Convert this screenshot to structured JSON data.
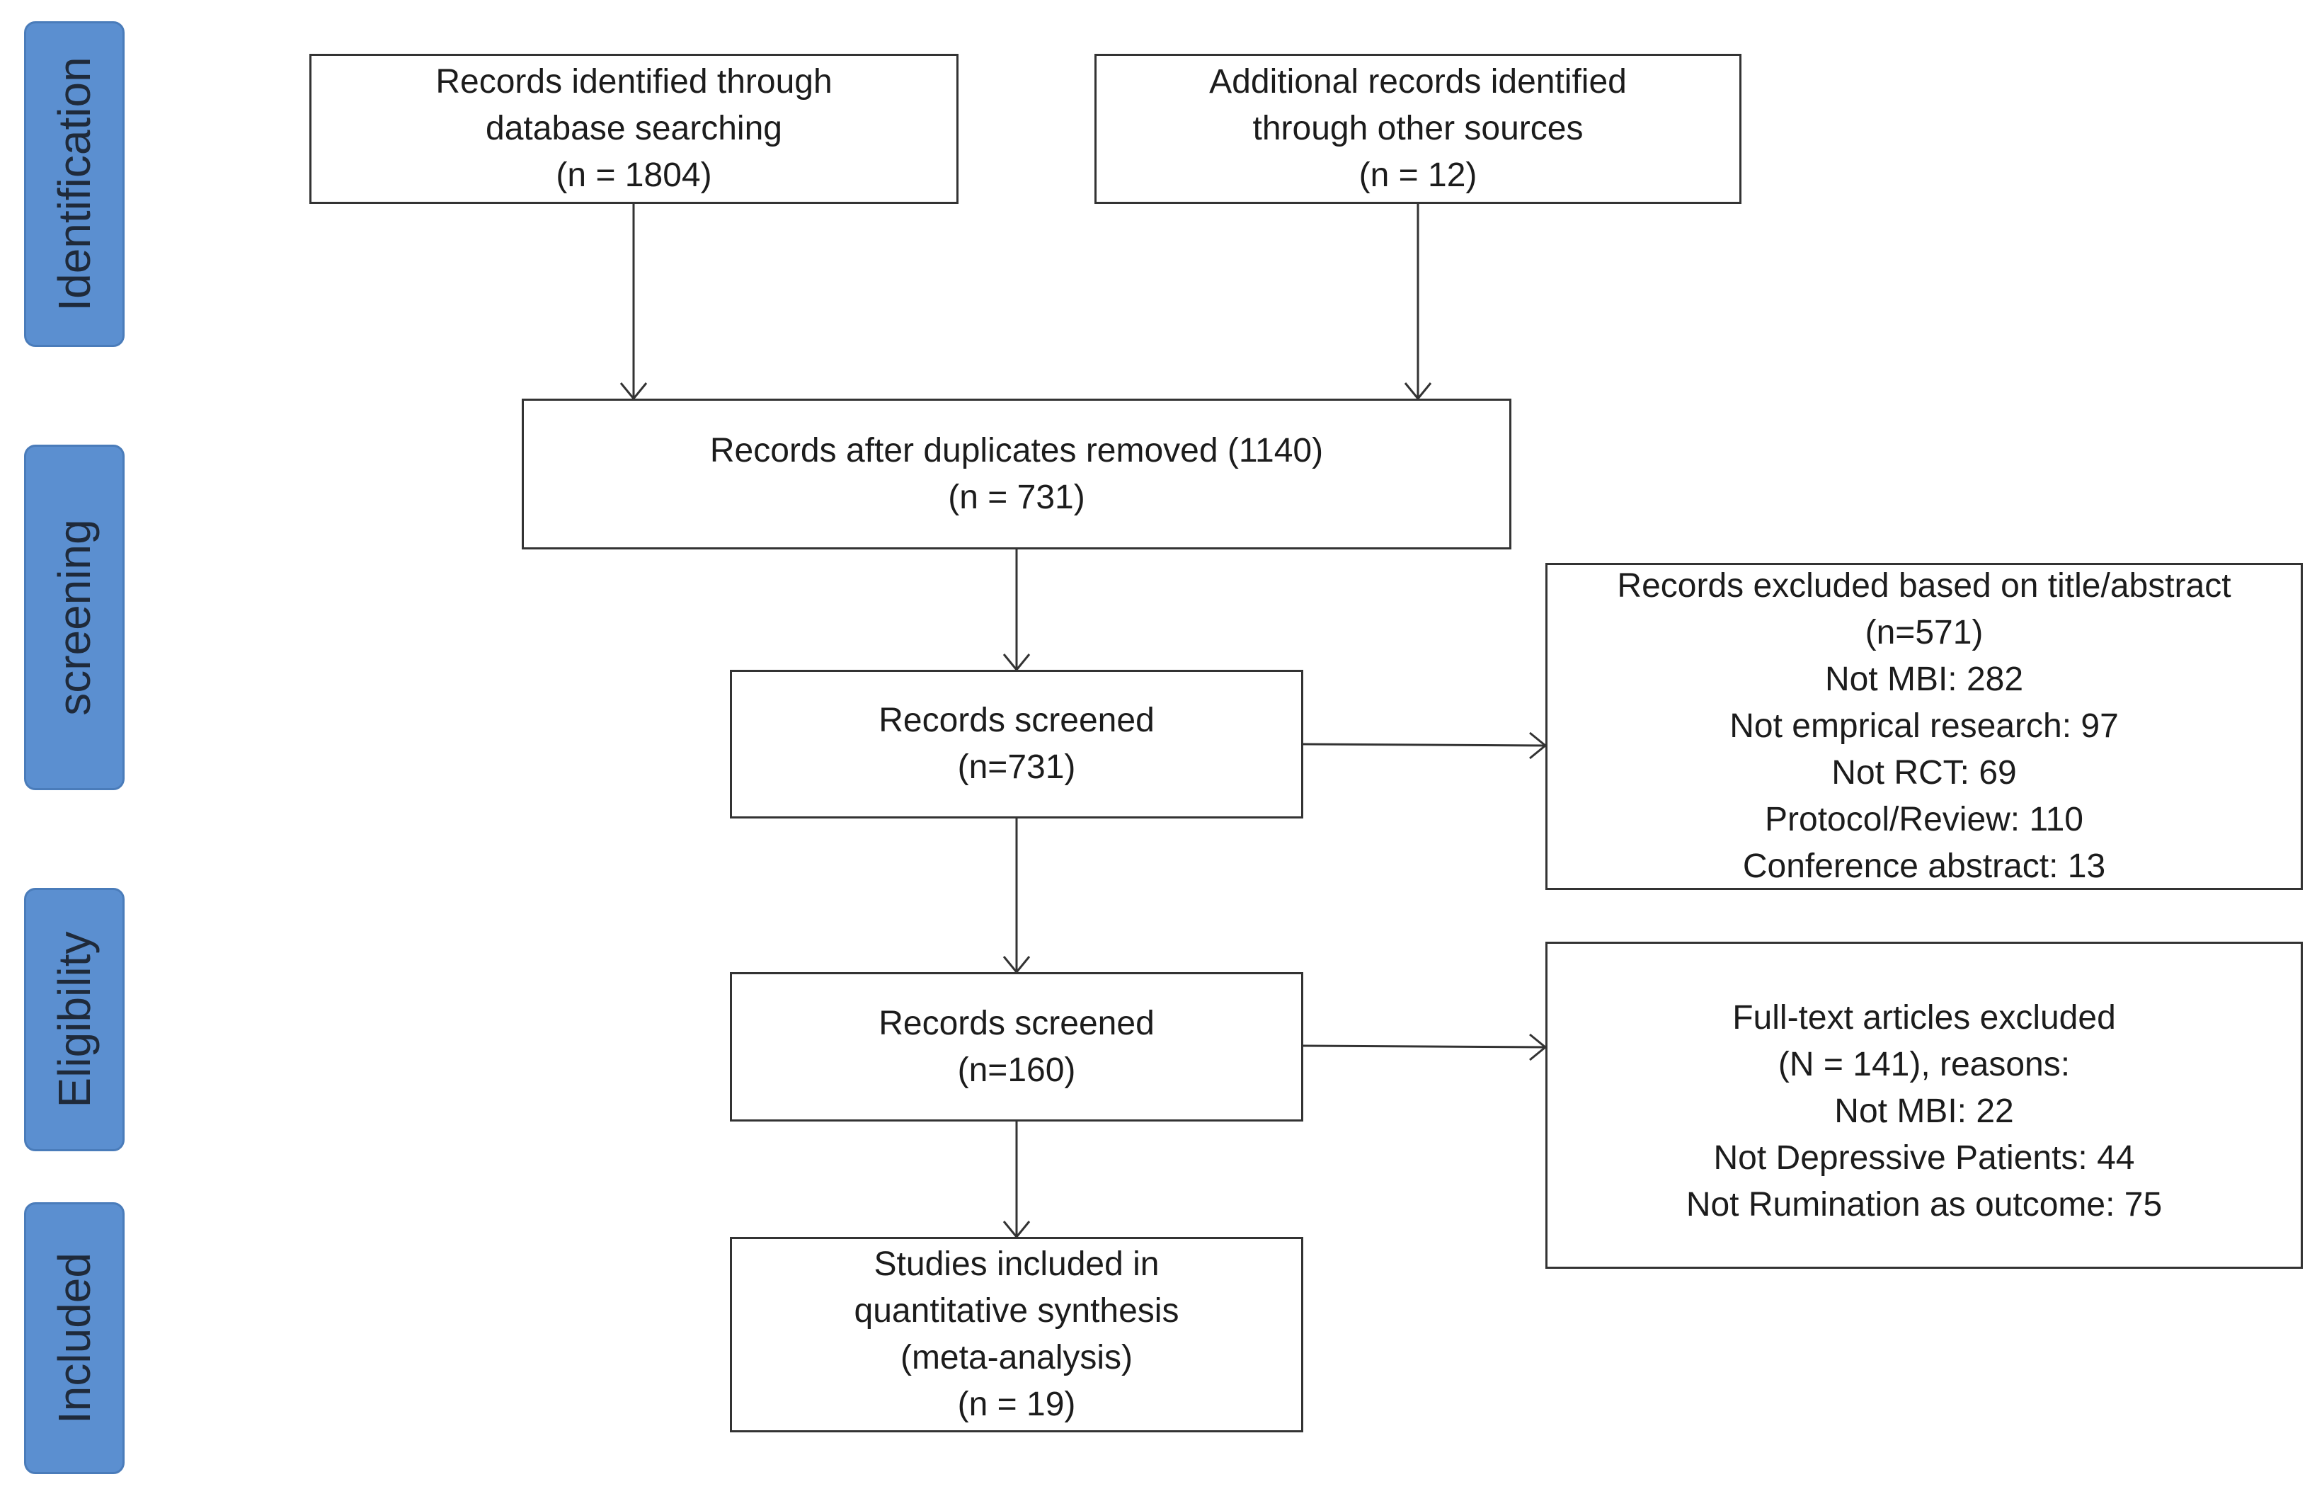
{
  "stages": {
    "identification": "Identification",
    "screening": "screening",
    "eligibility": "Eligibility",
    "included": "Included"
  },
  "boxes": {
    "database": {
      "lines": [
        "Records identified through",
        "database searching",
        "(n = 1804)"
      ]
    },
    "other_sources": {
      "lines": [
        "Additional records identified",
        "through other sources",
        "(n = 12)"
      ]
    },
    "duplicates": {
      "lines": [
        "Records after duplicates removed (1140)",
        "(n = 731)"
      ]
    },
    "screened": {
      "lines": [
        "Records screened",
        "(n=731)"
      ]
    },
    "excluded_title": {
      "lines": [
        "Records excluded based on title/abstract",
        "(n=571)",
        "Not MBI: 282",
        "Not emprical research: 97",
        "Not RCT: 69",
        "Protocol/Review: 110",
        "Conference abstract: 13"
      ]
    },
    "eligibility_screened": {
      "lines": [
        "Records screened",
        "(n=160)"
      ]
    },
    "fulltext_excluded": {
      "lines": [
        "Full-text articles excluded",
        "(N = 141), reasons:",
        "Not MBI: 22",
        "Not Depressive Patients: 44",
        "Not Rumination as outcome: 75"
      ]
    },
    "included": {
      "lines": [
        "Studies included in",
        "quantitative synthesis",
        "(meta-analysis)",
        "(n = 19)"
      ]
    }
  }
}
